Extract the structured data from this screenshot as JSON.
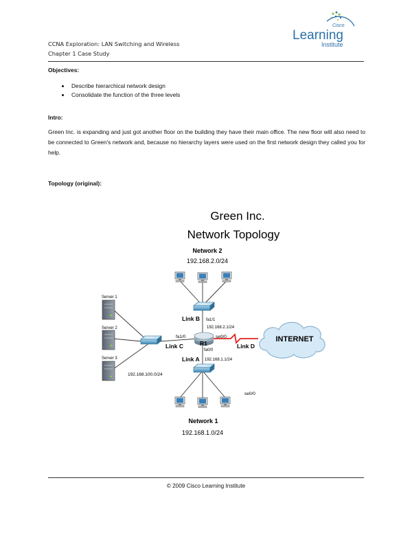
{
  "header": {
    "course_line": "CCNA Exploration: LAN Switching and Wireless",
    "chapter_line": "Chapter 1 Case Study",
    "logo": {
      "small": "Cisco",
      "main": "Learning",
      "sub": "Institute"
    }
  },
  "objectives": {
    "heading": "Objectives:",
    "items": [
      "Describe hierarchical network design",
      "Consolidate the function of the three levels"
    ]
  },
  "intro": {
    "heading": "Intro:",
    "body": "Green Inc. is expanding and just got another floor on the building they have their main office. The new floor will also need to be connected to Green's network and, because no hierarchy layers were used on the first network design they called you for help."
  },
  "topology": {
    "heading": "Topology (original):",
    "diagram": {
      "title_line1": "Green Inc.",
      "title_line2": "Network Topology",
      "network2_name": "Network 2",
      "network2_addr": "192.168.2.0/24",
      "network1_name": "Network 1",
      "network1_addr": "192.168.1.0/24",
      "server1": "Server 1",
      "server2": "Server 2",
      "server3": "Server 3",
      "servers_addr": "192.168.100.0/24",
      "router": "R1",
      "link_a": "Link A",
      "link_b": "Link B",
      "link_c": "Link C",
      "link_d": "Link D",
      "fa1_1": "fa1/1",
      "fa1_0": "fa1/0",
      "fa0_0": "fa0/0",
      "se0_0": "se0/0",
      "se0_0_note": "se0/0",
      "ip_link_b": "192.168.2.1/24",
      "ip_link_a": "192.168.1.1/24",
      "internet": "INTERNET"
    }
  },
  "footer": {
    "text": "© 2009 Cisco Learning Institute"
  },
  "colors": {
    "switch": "#4f9ec4",
    "cloud": "#d6e9f7",
    "serial_link": "#e02020",
    "logo_blue": "#2a6fa8"
  }
}
